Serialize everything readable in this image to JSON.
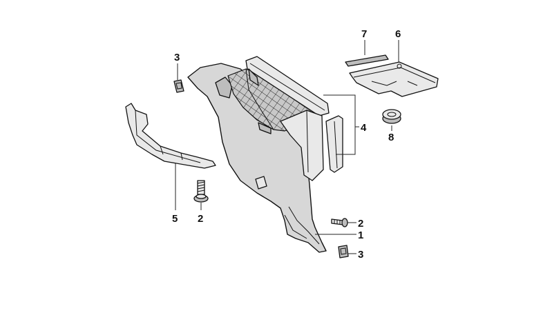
{
  "callouts": {
    "c1": "1",
    "c2a": "2",
    "c2b": "2",
    "c3a": "3",
    "c3b": "3",
    "c4": "4",
    "c5": "5",
    "c6": "6",
    "c7": "7",
    "c8": "8"
  }
}
